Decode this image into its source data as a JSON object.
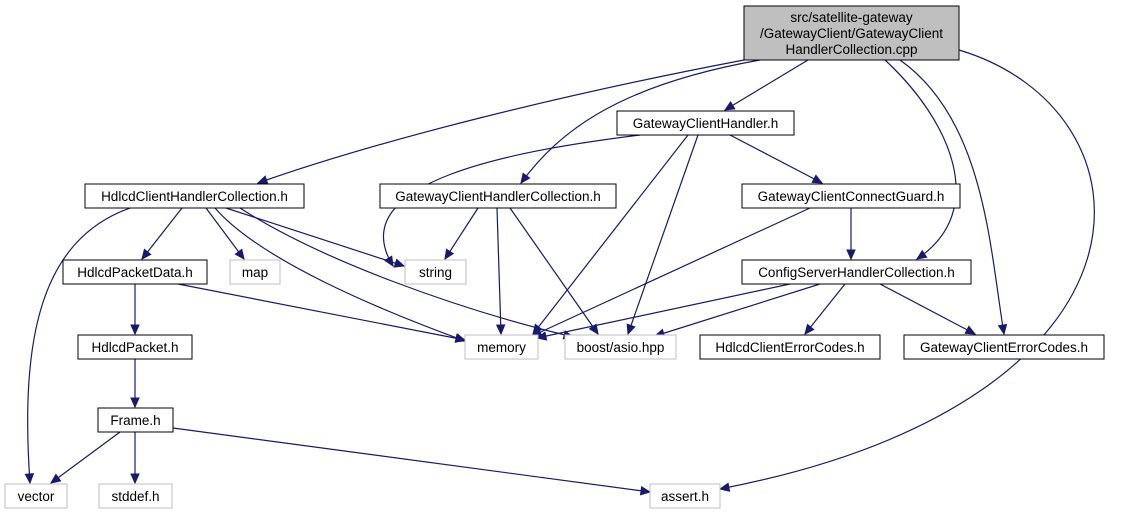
{
  "diagram": {
    "nodes": [
      {
        "id": "main",
        "kind": "main",
        "lines": [
          "src/satellite-gateway",
          "/GatewayClient/GatewayClient",
          "HandlerCollection.cpp"
        ]
      },
      {
        "id": "gch",
        "kind": "local",
        "lines": [
          "GatewayClientHandler.h"
        ]
      },
      {
        "id": "hchc",
        "kind": "local",
        "lines": [
          "HdlcdClientHandlerCollection.h"
        ]
      },
      {
        "id": "gchc",
        "kind": "local",
        "lines": [
          "GatewayClientHandlerCollection.h"
        ]
      },
      {
        "id": "gccg",
        "kind": "local",
        "lines": [
          "GatewayClientConnectGuard.h"
        ]
      },
      {
        "id": "hpd",
        "kind": "local",
        "lines": [
          "HdlcdPacketData.h"
        ]
      },
      {
        "id": "map",
        "kind": "system",
        "lines": [
          "map"
        ]
      },
      {
        "id": "string",
        "kind": "system",
        "lines": [
          "string"
        ]
      },
      {
        "id": "cshc",
        "kind": "local",
        "lines": [
          "ConfigServerHandlerCollection.h"
        ]
      },
      {
        "id": "hp",
        "kind": "local",
        "lines": [
          "HdlcdPacket.h"
        ]
      },
      {
        "id": "memory",
        "kind": "system",
        "lines": [
          "memory"
        ]
      },
      {
        "id": "asio",
        "kind": "system",
        "lines": [
          "boost/asio.hpp"
        ]
      },
      {
        "id": "hcec",
        "kind": "local",
        "lines": [
          "HdlcdClientErrorCodes.h"
        ]
      },
      {
        "id": "gcec",
        "kind": "local",
        "lines": [
          "GatewayClientErrorCodes.h"
        ]
      },
      {
        "id": "frame",
        "kind": "local",
        "lines": [
          "Frame.h"
        ]
      },
      {
        "id": "vector",
        "kind": "system",
        "lines": [
          "vector"
        ]
      },
      {
        "id": "stddef",
        "kind": "system",
        "lines": [
          "stddef.h"
        ]
      },
      {
        "id": "assert",
        "kind": "system",
        "lines": [
          "assert.h"
        ]
      }
    ],
    "edges": [
      [
        "main",
        "gch"
      ],
      [
        "main",
        "hchc"
      ],
      [
        "main",
        "gchc"
      ],
      [
        "main",
        "cshc"
      ],
      [
        "main",
        "gcec"
      ],
      [
        "main",
        "assert"
      ],
      [
        "gch",
        "string"
      ],
      [
        "gch",
        "gccg"
      ],
      [
        "gch",
        "memory"
      ],
      [
        "gch",
        "asio"
      ],
      [
        "hchc",
        "hpd"
      ],
      [
        "hchc",
        "map"
      ],
      [
        "hchc",
        "string"
      ],
      [
        "hchc",
        "memory"
      ],
      [
        "hchc",
        "asio"
      ],
      [
        "hchc",
        "vector"
      ],
      [
        "gchc",
        "string"
      ],
      [
        "gchc",
        "memory"
      ],
      [
        "gchc",
        "asio"
      ],
      [
        "gccg",
        "cshc"
      ],
      [
        "gccg",
        "memory"
      ],
      [
        "cshc",
        "memory"
      ],
      [
        "cshc",
        "asio"
      ],
      [
        "cshc",
        "hcec"
      ],
      [
        "cshc",
        "gcec"
      ],
      [
        "hpd",
        "memory"
      ],
      [
        "hpd",
        "hp"
      ],
      [
        "hp",
        "frame"
      ],
      [
        "frame",
        "vector"
      ],
      [
        "frame",
        "stddef"
      ],
      [
        "frame",
        "assert"
      ]
    ],
    "colors": {
      "edge": "#191970",
      "main_fill": "#bfbfbf",
      "system_border": "#bfbfbf",
      "local_border": "#000000"
    }
  }
}
